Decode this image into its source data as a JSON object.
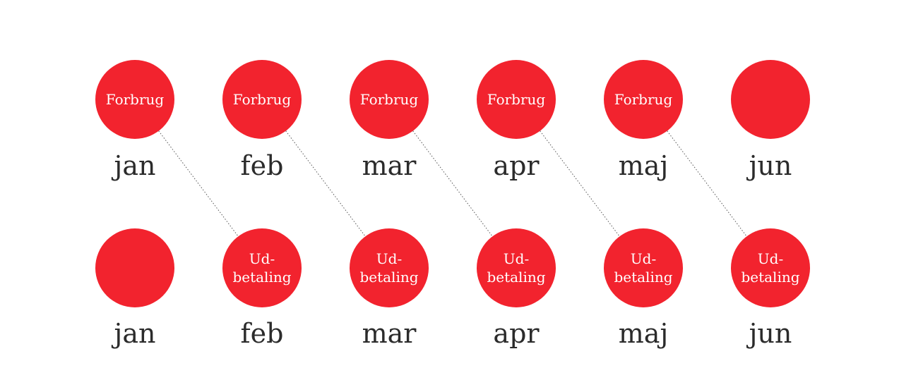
{
  "colors": {
    "circle": "#f2232e",
    "circle_text": "#ffffff",
    "month_text": "#2b2b2b",
    "connector": "#555555"
  },
  "rows": [
    {
      "name": "forbrug",
      "cells": [
        {
          "month": "jan",
          "label": [
            "Forbrug"
          ]
        },
        {
          "month": "feb",
          "label": [
            "Forbrug"
          ]
        },
        {
          "month": "mar",
          "label": [
            "Forbrug"
          ]
        },
        {
          "month": "apr",
          "label": [
            "Forbrug"
          ]
        },
        {
          "month": "maj",
          "label": [
            "Forbrug"
          ]
        },
        {
          "month": "jun",
          "label": []
        }
      ]
    },
    {
      "name": "udbetaling",
      "cells": [
        {
          "month": "jan",
          "label": []
        },
        {
          "month": "feb",
          "label": [
            "Ud-",
            "betaling"
          ]
        },
        {
          "month": "mar",
          "label": [
            "Ud-",
            "betaling"
          ]
        },
        {
          "month": "apr",
          "label": [
            "Ud-",
            "betaling"
          ]
        },
        {
          "month": "maj",
          "label": [
            "Ud-",
            "betaling"
          ]
        },
        {
          "month": "jun",
          "label": [
            "Ud-",
            "betaling"
          ]
        }
      ]
    }
  ],
  "connections": [
    {
      "from": [
        0,
        0
      ],
      "to": [
        1,
        1
      ]
    },
    {
      "from": [
        0,
        1
      ],
      "to": [
        1,
        2
      ]
    },
    {
      "from": [
        0,
        2
      ],
      "to": [
        1,
        3
      ]
    },
    {
      "from": [
        0,
        3
      ],
      "to": [
        1,
        4
      ]
    },
    {
      "from": [
        0,
        4
      ],
      "to": [
        1,
        5
      ]
    }
  ]
}
